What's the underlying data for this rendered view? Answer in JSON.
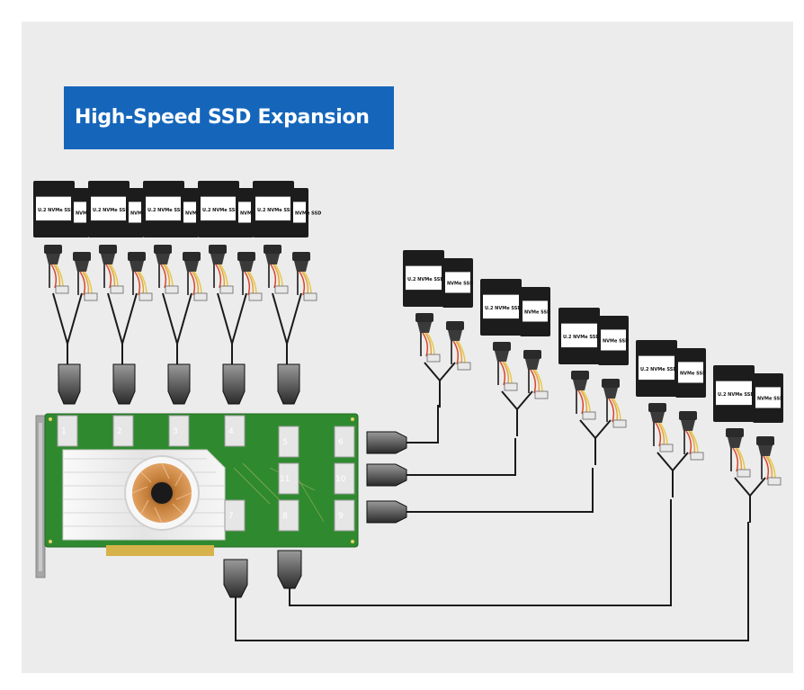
{
  "title": "High-Speed SSD Expansion",
  "ssd_label": "U.2 NVMe SSD",
  "ssd_label_short": "NVMe SSD",
  "port_numbers": [
    "1",
    "2",
    "3",
    "4",
    "5",
    "6",
    "7",
    "8",
    "9",
    "10",
    "11"
  ],
  "colors": {
    "banner": "#1566bb",
    "background": "#ececec",
    "pcb": "#2f8a2f",
    "cable": "#1a1a1a",
    "wire_red": "#d8452a",
    "wire_orange": "#e8a23a",
    "wire_yellow": "#e6c84a",
    "heatsink": "#f2f2f2",
    "bracket": "#9a9a9a"
  },
  "icons": [
    "fan-icon",
    "heatsink-icon",
    "pcie-bracket-icon",
    "ssd-drive-icon",
    "slimsas-connector-icon",
    "y-split-cable-icon"
  ]
}
